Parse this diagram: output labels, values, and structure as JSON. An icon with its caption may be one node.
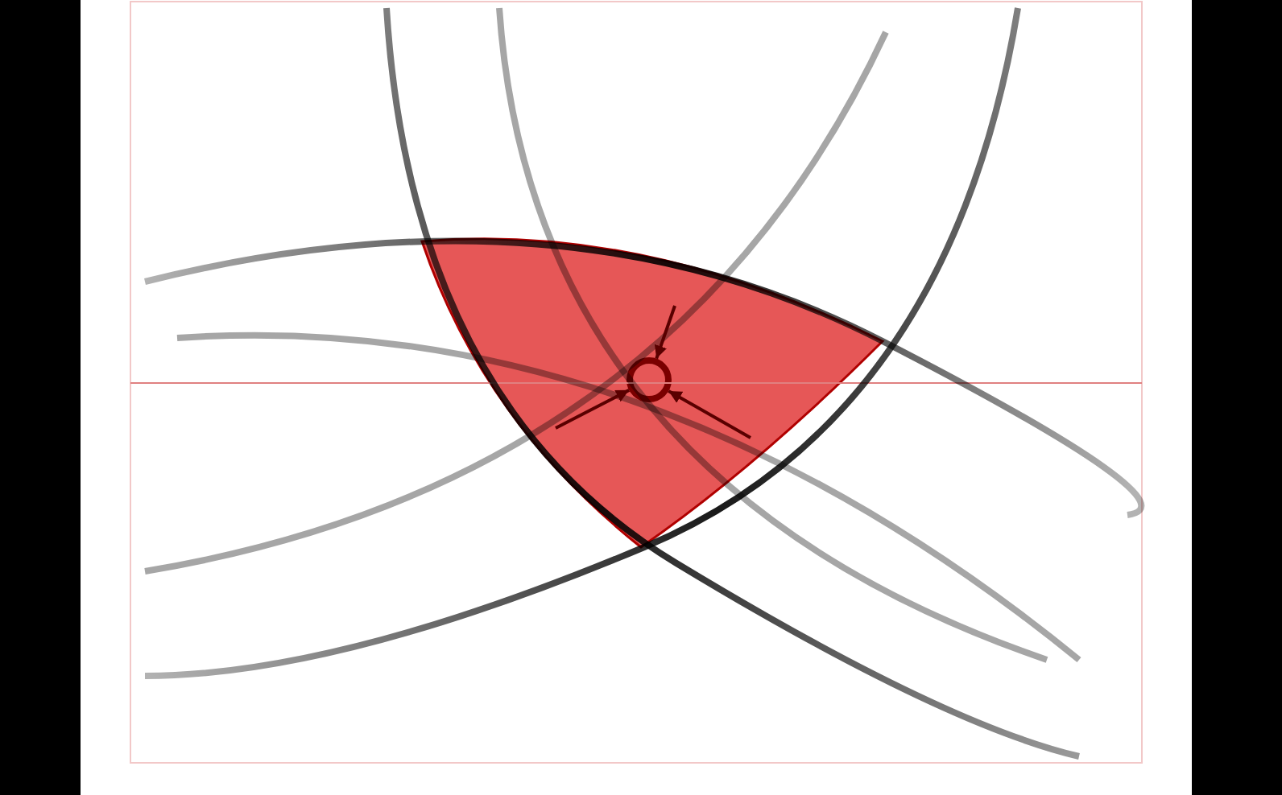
{
  "diagram": {
    "nodes": [
      {
        "text": [],
        "shape": "triangle"
      },
      {
        "text": [],
        "shape": "circle",
        "in": 0
      }
    ],
    "edges": [
      {
        "from": null,
        "to": 1,
        "arrow": "to"
      },
      {
        "from": null,
        "to": 1,
        "arrow": "to"
      },
      {
        "from": null,
        "to": 1,
        "arrow": "to"
      }
    ]
  }
}
